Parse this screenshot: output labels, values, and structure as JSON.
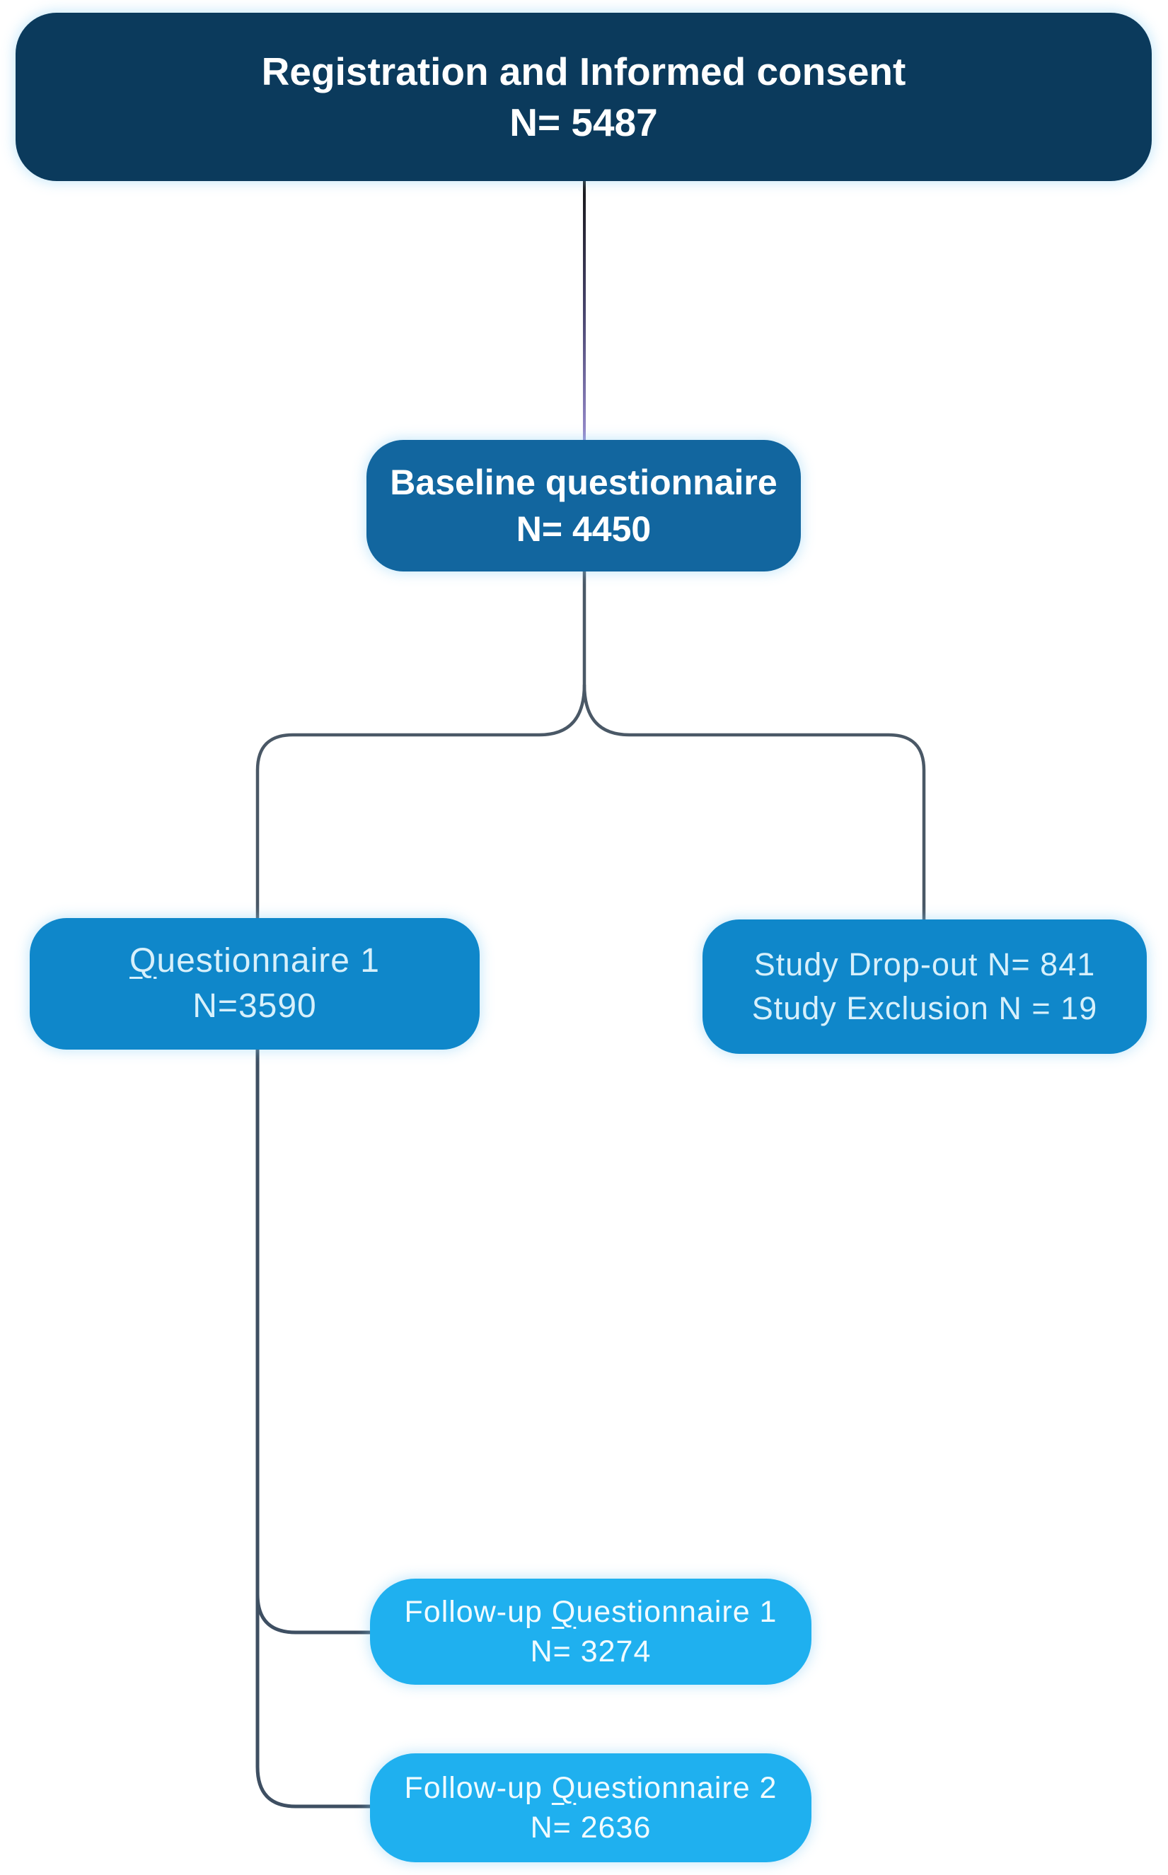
{
  "diagram": {
    "kind": "study-flow-chart",
    "background": "#ffffff",
    "connectors": {
      "top_gradient_start": "#161616",
      "top_gradient_mid": "#47446c",
      "top_gradient_end": "#9a8ed0",
      "fork_color": "#4a5866",
      "bottom_color": "#3e4f62"
    },
    "nodes": {
      "registration": {
        "line1": {
          "before": "Registration and Informed consent",
          "u": "",
          "after": ""
        },
        "line2": "N= 5487",
        "fill": "#0b3a5c",
        "text_color": "#ffffff"
      },
      "baseline": {
        "line1": {
          "before": "Baseline questionnaire",
          "u": "",
          "after": ""
        },
        "line2": "N= 4450",
        "fill": "#12669f",
        "text_color": "#ffffff"
      },
      "questionnaire1": {
        "line1": {
          "before": "",
          "u": "Q",
          "after": "uestionnaire 1"
        },
        "line2": "N=3590",
        "fill": "#0f87ca",
        "text_color": "#d7f0fb"
      },
      "dropout": {
        "line1": {
          "before": "Study Drop-out N= 841",
          "u": "",
          "after": ""
        },
        "line2": "Study Exclusion N = 19",
        "fill": "#0f87ca",
        "text_color": "#d7f0fb"
      },
      "followup1": {
        "line1": {
          "before": "Follow-up ",
          "u": "Q",
          "after": "uestionnaire 1"
        },
        "line2": "N= 3274",
        "fill": "#1fb0ef",
        "text_color": "#f0fbff"
      },
      "followup2": {
        "line1": {
          "before": "Follow-up ",
          "u": "Q",
          "after": "uestionnaire 2"
        },
        "line2": "N= 2636",
        "fill": "#1fb0ef",
        "text_color": "#f0fbff"
      }
    }
  }
}
